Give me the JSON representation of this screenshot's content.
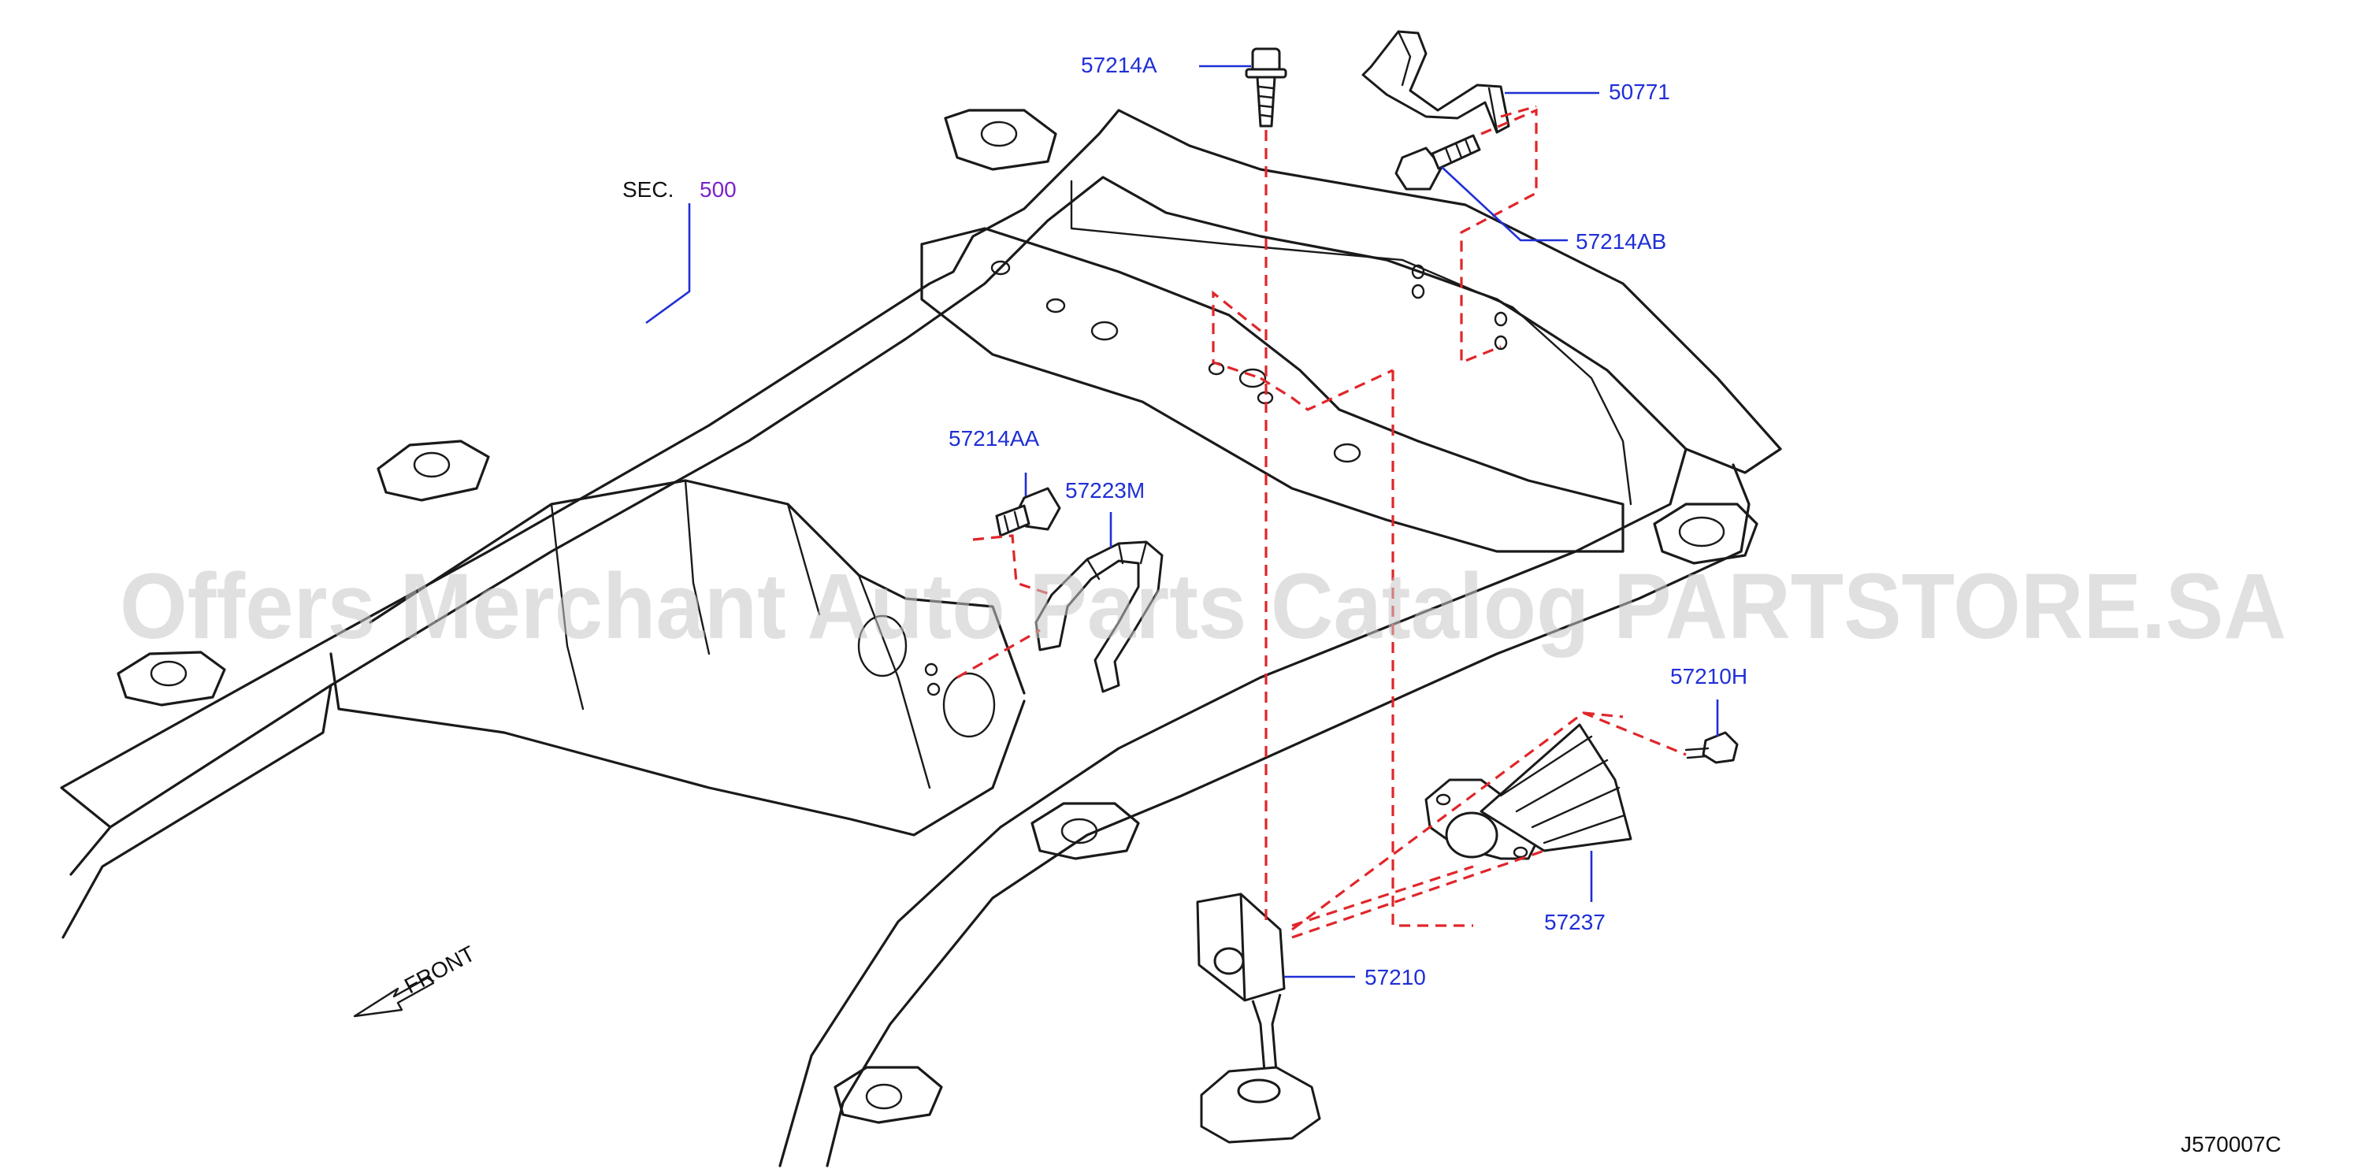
{
  "diagram": {
    "section_ref": {
      "prefix": "SEC.",
      "number": "500"
    },
    "watermark": "Offers Merchant Auto Parts Catalog PARTSTORE.SA",
    "direction_label": "FRONT",
    "drawing_code": "J570007C",
    "colors": {
      "callout_text": "#1f2fd6",
      "section_number": "#7a23c8",
      "dashed_lines": "#e0262a",
      "line_art": "#1a1a1a"
    },
    "callouts": [
      {
        "id": "57214A",
        "label": "57214A"
      },
      {
        "id": "50771",
        "label": "50771"
      },
      {
        "id": "57214AB",
        "label": "57214AB"
      },
      {
        "id": "57214AA",
        "label": "57214AA"
      },
      {
        "id": "57223M",
        "label": "57223M"
      },
      {
        "id": "57210H",
        "label": "57210H"
      },
      {
        "id": "57237",
        "label": "57237"
      },
      {
        "id": "57210",
        "label": "57210"
      }
    ]
  }
}
